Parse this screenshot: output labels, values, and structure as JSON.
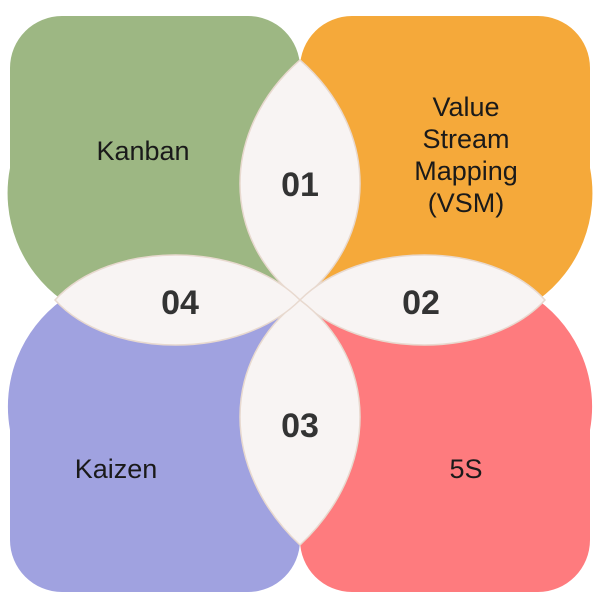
{
  "diagram": {
    "petals": [
      {
        "id": "tl",
        "label_lines": [
          "Kanban"
        ],
        "color": "#9db783"
      },
      {
        "id": "tr",
        "label_lines": [
          "Value",
          "Stream",
          "Mapping",
          "(VSM)"
        ],
        "color": "#f5a93a"
      },
      {
        "id": "br",
        "label_lines": [
          "5S"
        ],
        "color": "#fe7b7e"
      },
      {
        "id": "bl",
        "label_lines": [
          "Kaizen"
        ],
        "color": "#a0a2e0"
      }
    ],
    "lenses": [
      {
        "id": "top",
        "number": "01"
      },
      {
        "id": "right",
        "number": "02"
      },
      {
        "id": "bottom",
        "number": "03"
      },
      {
        "id": "left",
        "number": "04"
      }
    ],
    "lens_color": "#f8f4f3",
    "lens_stroke": "#e8d9cf"
  }
}
